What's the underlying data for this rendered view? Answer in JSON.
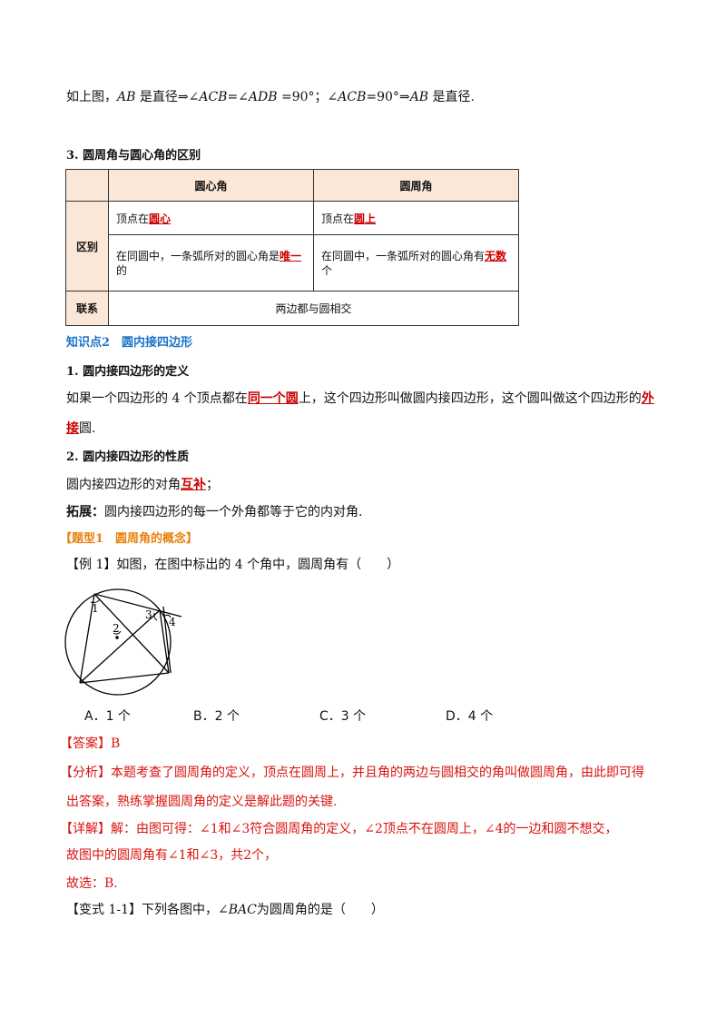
{
  "intro": {
    "p1": "如上图，",
    "ab1": "AB",
    "p2": " 是直径⇒∠",
    "acb1": "ACB",
    "p3": "=∠",
    "adb": "ADB",
    "p4": " =90°；∠",
    "acb2": "ACB",
    "p5": "=90°⇒",
    "ab2": "AB",
    "p6": " 是直径."
  },
  "section3_title": "3.  圆周角与圆心角的区别",
  "table": {
    "col1": "圆心角",
    "col2": "圆周角",
    "row_label_diff": "区别",
    "row_label_link": "联系",
    "r1c1_pre": "顶点在",
    "r1c1_ans": "圆心",
    "r1c2_pre": "顶点在",
    "r1c2_ans": "圆上",
    "r2c1_pre": "在同圆中，一条弧所对的圆心角是",
    "r2c1_ans": "唯一",
    "r2c1_post": "的",
    "r2c2_pre": "在同圆中，一条弧所对的圆心角有",
    "r2c2_ans": "无数",
    "r2c2_post": "个",
    "link_text": "两边都与圆相交"
  },
  "kp2_title": "知识点2　圆内接四边形",
  "def_title": "1.  圆内接四边形的定义",
  "def": {
    "pre": "如果一个四边形的 4 个顶点都在",
    "ans1": "同一个圆",
    "mid": "上，这个四边形叫做圆内接四边形，这个圆叫做这个四边形的",
    "ans2a": "外",
    "ans2b": "接",
    "post": "圆."
  },
  "prop_title": "2.  圆内接四边形的性质",
  "prop": {
    "pre": "圆内接四边形的对角",
    "ans": "互补",
    "post": "；"
  },
  "ext": {
    "label": "拓展：",
    "text": "圆内接四边形的每一个外角都等于它的内对角."
  },
  "type1_title": "【题型1　圆周角的概念】",
  "example1": "【例 1】如图，在图中标出的 4 个角中，圆周角有（　　）",
  "figure_labels": {
    "l1": "1",
    "l2": "2",
    "l3": "3",
    "l4": "4"
  },
  "options": {
    "a": "A．1 个",
    "b": "B．2 个",
    "c": "C．3 个",
    "d": "D．4 个"
  },
  "answer": "【答案】B",
  "analysis": {
    "l1": "【分析】本题考查了圆周角的定义，顶点在圆周上，并且角的两边与圆相交的角叫做圆周角，由此即可得",
    "l2": "出答案，熟练掌握圆周角的定义是解此题的关键."
  },
  "detail": {
    "l1": "【详解】解：由图可得：∠1和∠3符合圆周角的定义，∠2顶点不在圆周上，∠4的一边和圆不想交，",
    "l2": "故图中的圆周角有∠1和∠3，共2个，",
    "l3": "故选：B."
  },
  "variant": {
    "pre": "【变式 1-1】下列各图中，∠",
    "bac": "BAC",
    "post": "为圆周角的是（　　）"
  }
}
